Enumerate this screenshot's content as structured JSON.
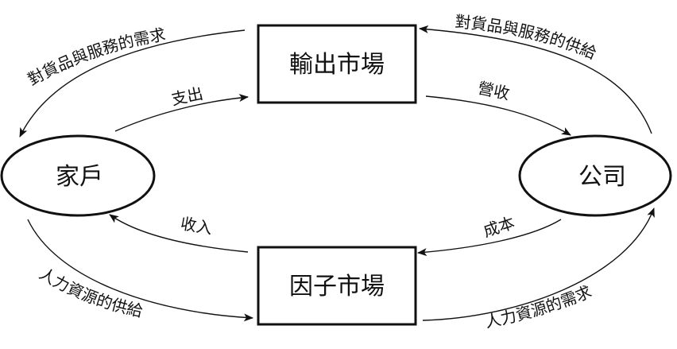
{
  "nodes": {
    "household": "家戶",
    "firm": "公司",
    "output_market": "輸出市場",
    "factor_market": "因子市場"
  },
  "flows": {
    "goods_demand": "對貨品與服務的需求",
    "goods_supply": "對貨品與服務的供給",
    "spending": "支出",
    "revenue": "營收",
    "income": "收入",
    "cost": "成本",
    "labor_supply": "人力資源的供給",
    "labor_demand": "人力資源的需求"
  }
}
